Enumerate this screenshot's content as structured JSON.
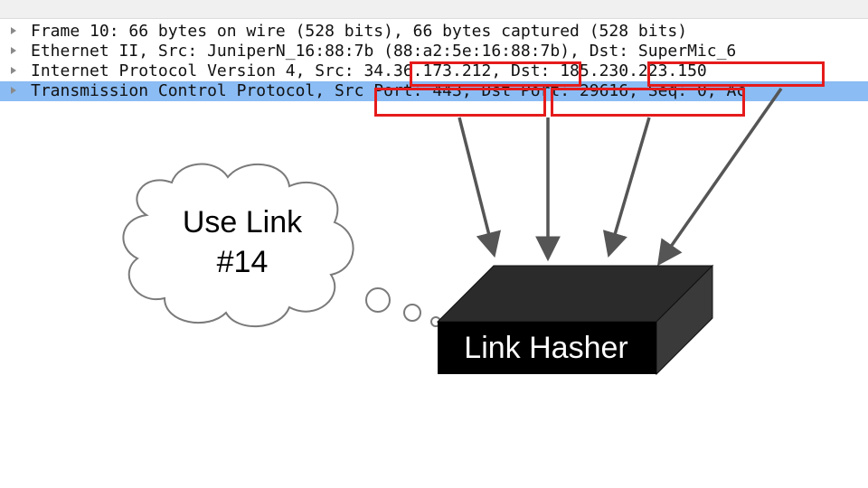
{
  "packet_details": {
    "rows": [
      {
        "prefix": "Frame 10: 66 bytes on wire (528 bits), 66 bytes captured (528 bits)",
        "selected": false
      },
      {
        "prefix": "Ethernet II, Src: JuniperN_16:88:7b (88:a2:5e:16:88:7b), Dst: SuperMic_6",
        "selected": false
      },
      {
        "prefix": "Internet Protocol Version 4, Src: ",
        "src_ip": "34.36.173.212",
        "mid": ", Dst: ",
        "dst_ip": "185.230.223.150",
        "selected": false
      },
      {
        "prefix": "Transmission Control Protocol, ",
        "src_port": "Src Port: 443",
        "mid": ", ",
        "dst_port": "Dst Port: 29616",
        "suffix": ", Seq: 0, Ac",
        "selected": true
      }
    ]
  },
  "thought_bubble": {
    "line1": "Use Link",
    "line2": "#14"
  },
  "hasher": {
    "label": "Link Hasher"
  },
  "colors": {
    "highlight": "#e51b1b",
    "selection": "#8bbcf4",
    "arrow": "#555555",
    "box_front": "#000000",
    "box_top": "#2b2b2b",
    "box_side": "#3a3a3a"
  },
  "icons": [
    "expand-triangle-icon"
  ]
}
